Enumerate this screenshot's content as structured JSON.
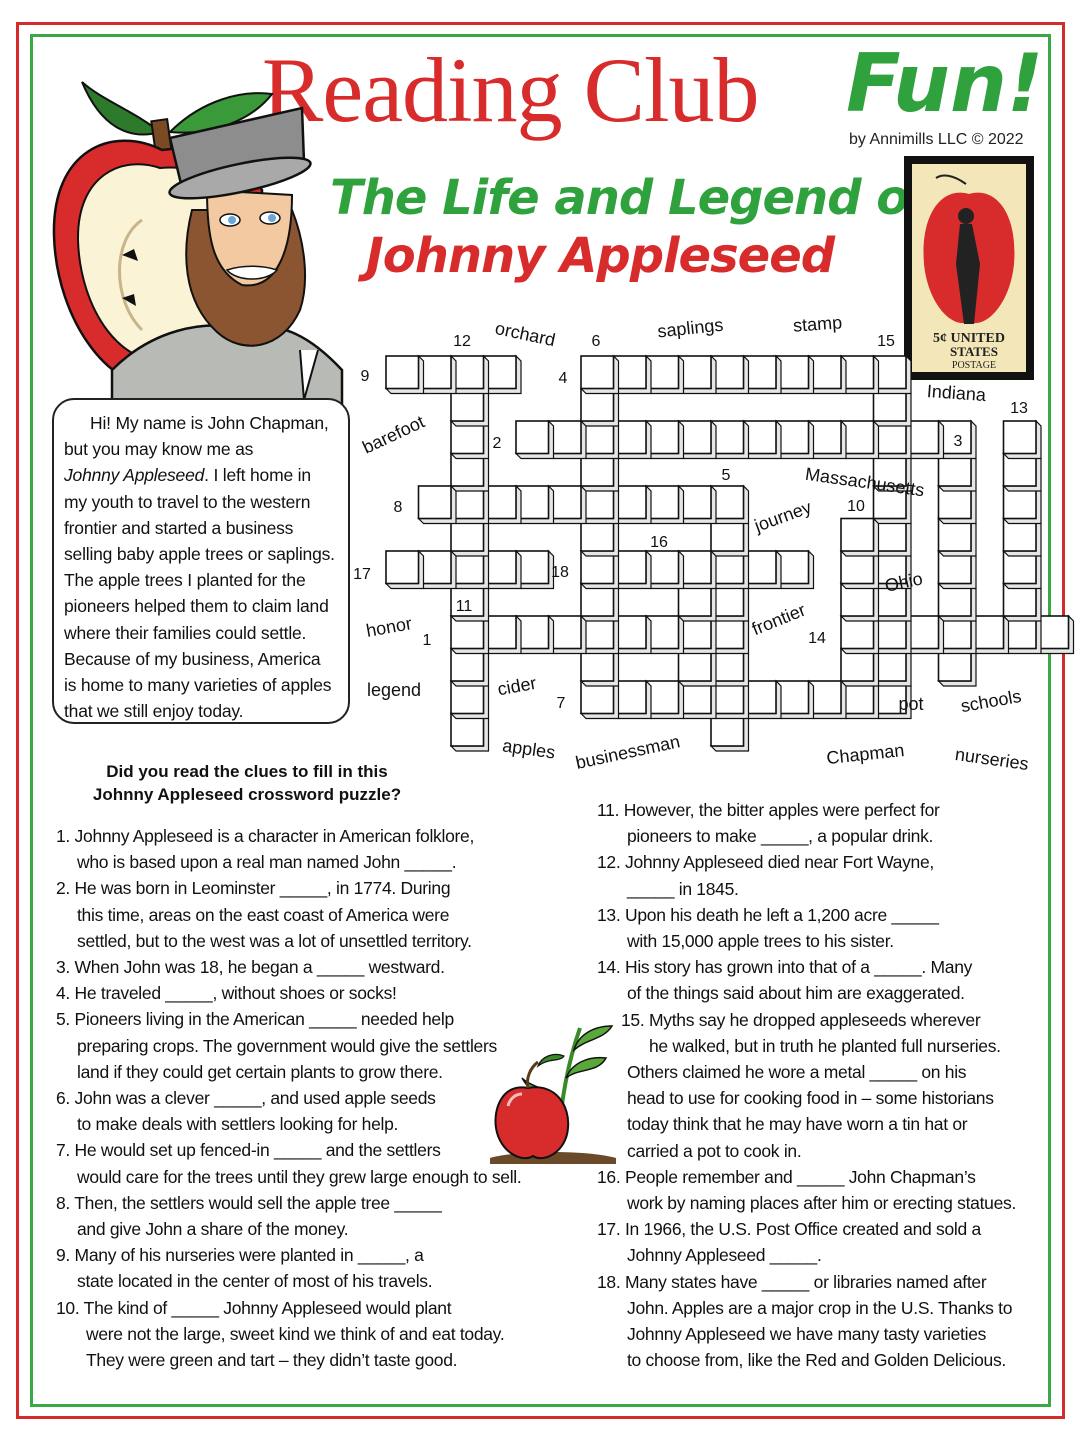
{
  "header": {
    "title_main": "Reading Club",
    "title_fun": "Fun!",
    "byline": "by Annimills LLC © 2022",
    "subtitle_line1": "The Life and Legend of",
    "subtitle_line2": "Johnny Appleseed"
  },
  "stamp": {
    "lines": [
      "5¢ UNITED",
      "STATES",
      "POSTAGE"
    ]
  },
  "intro": {
    "lines": [
      "Hi! My name is John Chapman,",
      "but you may know me as",
      "Johnny Appleseed",
      ". I left home in",
      "my youth to travel to the western",
      "frontier and started a business",
      "selling baby apple trees or saplings.",
      "The apple trees I planted for the",
      "pioneers helped them to claim land",
      "where their families could settle.",
      "Because of my business, America",
      "is home to many varieties of apples",
      "that we still enjoy today."
    ]
  },
  "word_bank": [
    "orchard",
    "saplings",
    "stamp",
    "Indiana",
    "barefoot",
    "Massachusetts",
    "journey",
    "Ohio",
    "frontier",
    "honor",
    "legend",
    "cider",
    "pot",
    "schools",
    "apples",
    "businessman",
    "Chapman",
    "nurseries"
  ],
  "crossword_numbers": [
    "1",
    "2",
    "3",
    "4",
    "5",
    "6",
    "7",
    "8",
    "9",
    "10",
    "11",
    "12",
    "13",
    "14",
    "15",
    "16",
    "17",
    "18"
  ],
  "question": {
    "line1": "Did you read the clues to fill in this",
    "line2": "Johnny Appleseed crossword puzzle?"
  },
  "clues_left": [
    "1. Johnny Appleseed is a character in American folklore,",
    "who is based upon a real man named John _____.",
    "2. He was born in Leominster _____, in 1774. During",
    "this time, areas on the east coast of America were",
    "settled, but to the west was a lot of unsettled territory.",
    "3. When John was 18, he began a _____ westward.",
    "4. He traveled _____, without shoes or socks!",
    "5. Pioneers living in the American _____ needed help",
    "preparing crops. The government would give the settlers",
    "land if they could get certain plants to grow there.",
    "6. John was a clever _____, and used apple seeds",
    "to make deals with settlers looking for help.",
    "7. He would set up fenced-in _____ and the settlers",
    "would care for the trees until they grew large enough to sell.",
    "8. Then, the settlers would sell the apple tree _____",
    "and give John a share of the money.",
    "9. Many of his nurseries were planted in _____, a",
    "state located in the center of most of his travels.",
    "10. The kind of _____ Johnny Appleseed would plant",
    "were not the large, sweet kind we think of and eat today.",
    "They were green and tart – they didn’t taste good."
  ],
  "clues_right": [
    "11. However, the bitter apples were perfect for",
    "pioneers to make _____, a popular drink.",
    "12. Johnny Appleseed died near Fort Wayne,",
    "_____ in 1845.",
    "13. Upon his death he left a 1,200 acre _____",
    "with 15,000 apple trees to his sister.",
    "14. His story has grown into that of a _____. Many",
    "of the things said about him are exaggerated.",
    "15. Myths say he dropped appleseeds wherever",
    "he walked, but in truth he planted full nurseries.",
    "Others claimed he wore a metal _____ on his",
    "head to use for cooking food in – some historians",
    "today think that he may have worn a tin hat or",
    "carried a pot to cook in.",
    "16. People remember and _____  John Chapman’s",
    "work by naming places after him or erecting statues.",
    "17. In 1966, the U.S. Post Office created and sold a",
    "Johnny Appleseed _____.",
    "18. Many states have _____ or libraries named after",
    "John. Apples are a major crop in the U.S. Thanks to",
    "Johnny Appleseed we have many tasty varieties",
    "to choose from, like the Red and Golden Delicious."
  ],
  "colors": {
    "red": "#d82b2b",
    "green": "#2fa23e"
  }
}
